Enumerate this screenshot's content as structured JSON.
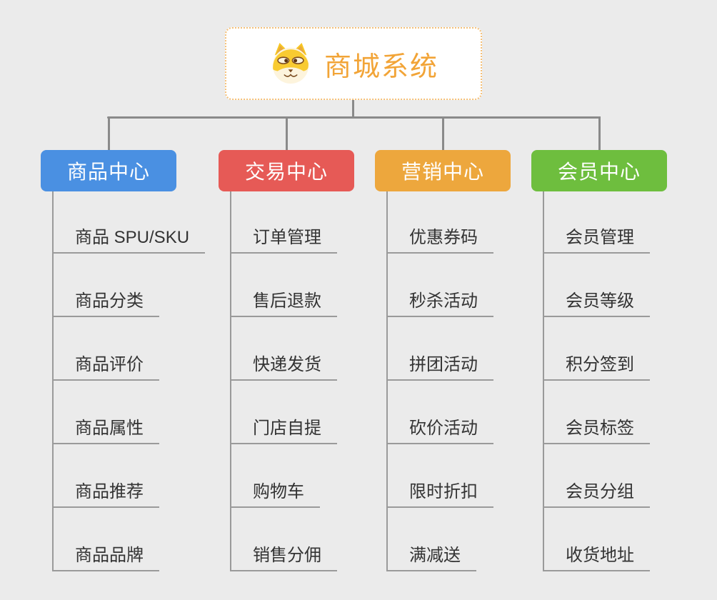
{
  "root": {
    "title": "商城系统",
    "title_color": "#f2a437",
    "border_color": "#f5c077",
    "icon": "dog-face-icon"
  },
  "connector_color": "#8a8a8a",
  "branches": [
    {
      "label": "商品中心",
      "color": "#4a90e2",
      "children": [
        "商品 SPU/SKU",
        "商品分类",
        "商品评价",
        "商品属性",
        "商品推荐",
        "商品品牌"
      ]
    },
    {
      "label": "交易中心",
      "color": "#e65a56",
      "children": [
        "订单管理",
        "售后退款",
        "快递发货",
        "门店自提",
        "购物车",
        "销售分佣"
      ]
    },
    {
      "label": "营销中心",
      "color": "#eda73d",
      "children": [
        "优惠券码",
        "秒杀活动",
        "拼团活动",
        "砍价活动",
        "限时折扣",
        "满减送"
      ]
    },
    {
      "label": "会员中心",
      "color": "#6ebe3e",
      "children": [
        "会员管理",
        "会员等级",
        "积分签到",
        "会员标签",
        "会员分组",
        "收货地址"
      ]
    }
  ]
}
